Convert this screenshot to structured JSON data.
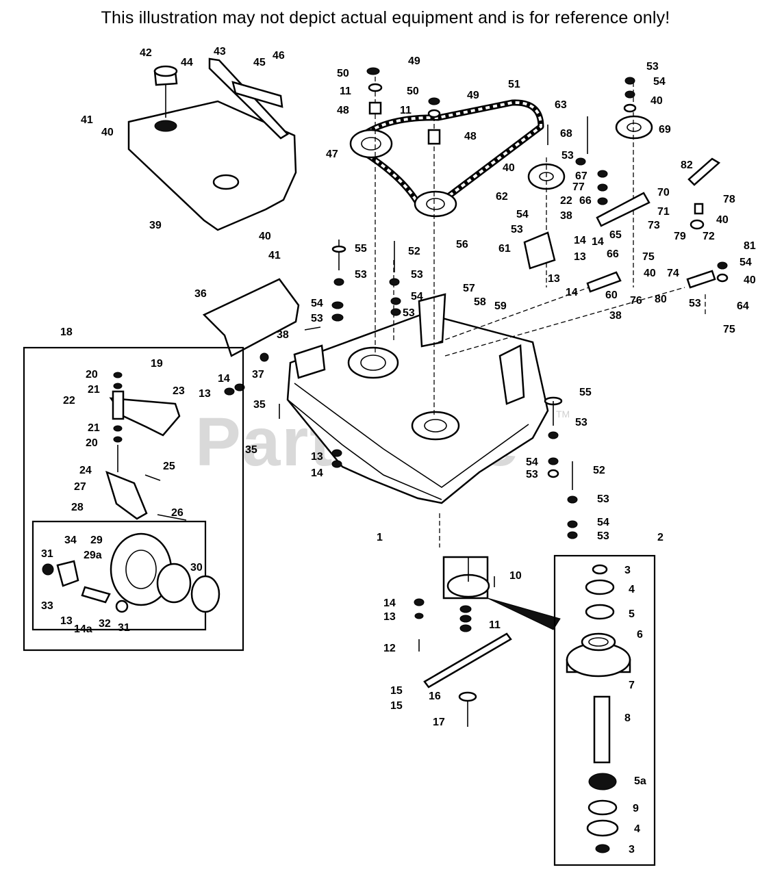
{
  "header": {
    "disclaimer": "This illustration may not depict actual equipment and is for reference only!"
  },
  "watermark": {
    "text": "PartsTree",
    "trademark": "TM"
  },
  "callouts": {
    "c1": "1",
    "c2": "2",
    "c3a": "3",
    "c3b": "3",
    "c4a": "4",
    "c4b": "4",
    "c5": "5",
    "c5a": "5a",
    "c6": "6",
    "c7": "7",
    "c8": "8",
    "c9": "9",
    "c10": "10",
    "c11a": "11",
    "c11b": "11",
    "c11c": "11",
    "c12": "12",
    "c13a": "13",
    "c13b": "13",
    "c13c": "13",
    "c13d": "13",
    "c13e": "13",
    "c13f": "13",
    "c14a": "14",
    "c14b": "14",
    "c14c": "14",
    "c14d": "14",
    "c14e": "14",
    "c14f": "14",
    "c14g": "14a",
    "c15a": "15",
    "c15b": "15",
    "c16": "16",
    "c17": "17",
    "c18": "18",
    "c19": "19",
    "c20a": "20",
    "c20b": "20",
    "c21a": "21",
    "c21b": "21",
    "c22a": "22",
    "c22b": "22",
    "c23": "23",
    "c24": "24",
    "c25": "25",
    "c26": "26",
    "c27": "27",
    "c28": "28",
    "c29": "29",
    "c29a": "29a",
    "c30": "30",
    "c31a": "31",
    "c31b": "31",
    "c32": "32",
    "c33": "33",
    "c34": "34",
    "c35a": "35",
    "c35b": "35",
    "c36": "36",
    "c37": "37",
    "c38a": "38",
    "c38b": "38",
    "c38c": "38",
    "c39": "39",
    "c40a": "40",
    "c40b": "40",
    "c40c": "40",
    "c40d": "40",
    "c40e": "40",
    "c40f": "40",
    "c40g": "40",
    "c41a": "41",
    "c41b": "41",
    "c42": "42",
    "c43": "43",
    "c44": "44",
    "c45": "45",
    "c46": "46",
    "c47": "47",
    "c48a": "48",
    "c48b": "48",
    "c49a": "49",
    "c49b": "49",
    "c50a": "50",
    "c50b": "50",
    "c51": "51",
    "c52a": "52",
    "c52b": "52",
    "c53a": "53",
    "c53b": "53",
    "c53c": "53",
    "c53d": "53",
    "c53e": "53",
    "c53f": "53",
    "c53g": "53",
    "c53h": "53",
    "c53i": "53",
    "c53j": "53",
    "c53k": "53",
    "c53l": "53",
    "c54a": "54",
    "c54b": "54",
    "c54c": "54",
    "c54d": "54",
    "c54e": "54",
    "c54f": "54",
    "c54g": "54",
    "c55a": "55",
    "c55b": "55",
    "c56": "56",
    "c57": "57",
    "c58": "58",
    "c59": "59",
    "c60": "60",
    "c61": "61",
    "c62": "62",
    "c63": "63",
    "c64": "64",
    "c65": "65",
    "c66a": "66",
    "c66b": "66",
    "c67": "67",
    "c68": "68",
    "c69": "69",
    "c70": "70",
    "c71": "71",
    "c72": "72",
    "c73": "73",
    "c74": "74",
    "c75a": "75",
    "c75b": "75",
    "c76": "76",
    "c77": "77",
    "c78": "78",
    "c79": "79",
    "c80": "80",
    "c81": "81",
    "c82": "82"
  }
}
